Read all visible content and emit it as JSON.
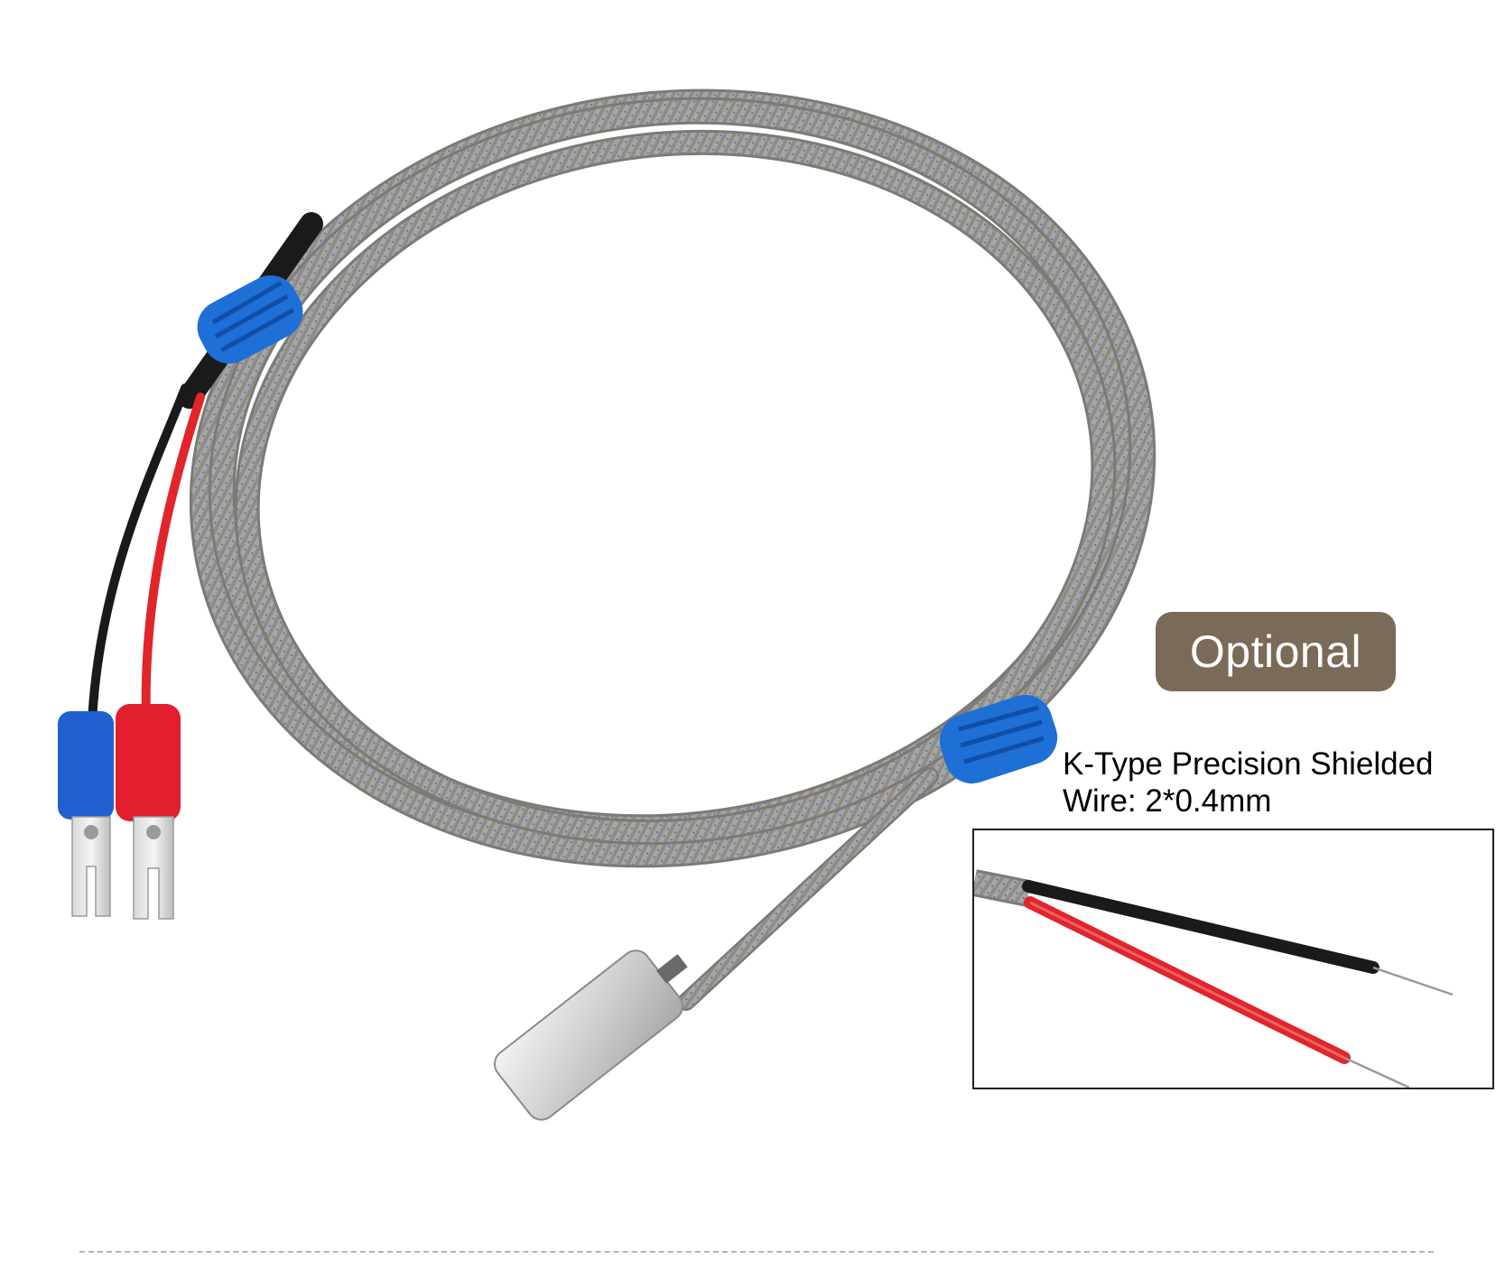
{
  "badge": {
    "label": "Optional",
    "color": "#7a6a58"
  },
  "spec": {
    "line1": "K-Type Precision Shielded",
    "line2": "Wire: 2*0.4mm"
  },
  "product": {
    "icons": [
      "braided-cable-coil",
      "blue-cable-tie",
      "spade-terminal-blue",
      "spade-terminal-red",
      "flat-probe-tip",
      "exposed-wire-ends"
    ]
  },
  "colors": {
    "braid": "#a9a6a1",
    "tie": "#1e6fd6",
    "wire_red": "#e0262b",
    "wire_black": "#1a1a1a"
  }
}
